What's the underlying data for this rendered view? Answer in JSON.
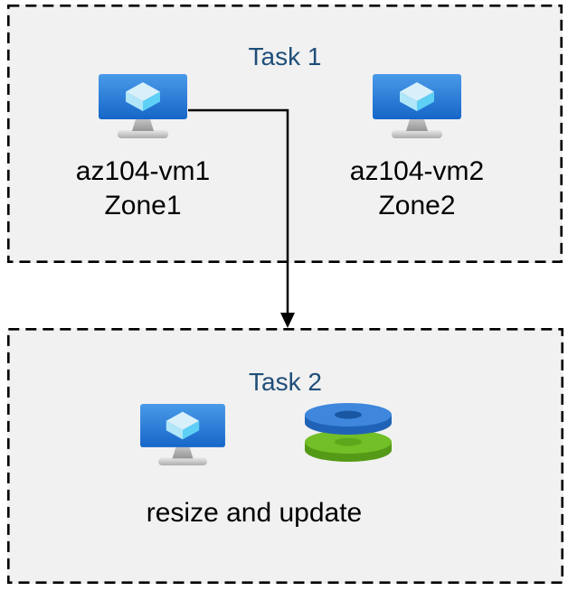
{
  "task1": {
    "title": "Task 1",
    "vms": [
      {
        "name": "az104-vm1",
        "zone": "Zone1",
        "icon": "virtual-machine-icon"
      },
      {
        "name": "az104-vm2",
        "zone": "Zone2",
        "icon": "virtual-machine-icon"
      }
    ]
  },
  "task2": {
    "title": "Task 2",
    "caption": "resize and update",
    "icons": [
      "virtual-machine-icon",
      "disks-icon"
    ]
  },
  "connector": {
    "type": "elbow-arrow",
    "from": "az104-vm1",
    "to": "Task 2"
  },
  "colors": {
    "task_title": "#1F4E79",
    "box_background": "#F1F1F1",
    "box_border": "#000000",
    "label_text": "#000000",
    "arrow": "#000000",
    "vm_screen_top": "#4A9AE9",
    "vm_screen_bottom": "#1566C8",
    "vm_cube_top": "#D8F0FA",
    "vm_cube_left": "#B0E6F8",
    "vm_cube_right": "#5ED0F5",
    "disk_blue_top": "#3E87DC",
    "disk_blue_side": "#2063B6",
    "disk_blue_hole": "#1A57A3",
    "disk_green_top": "#72BF27",
    "disk_green_side": "#549A17",
    "disk_green_hole": "#5CA81C"
  }
}
